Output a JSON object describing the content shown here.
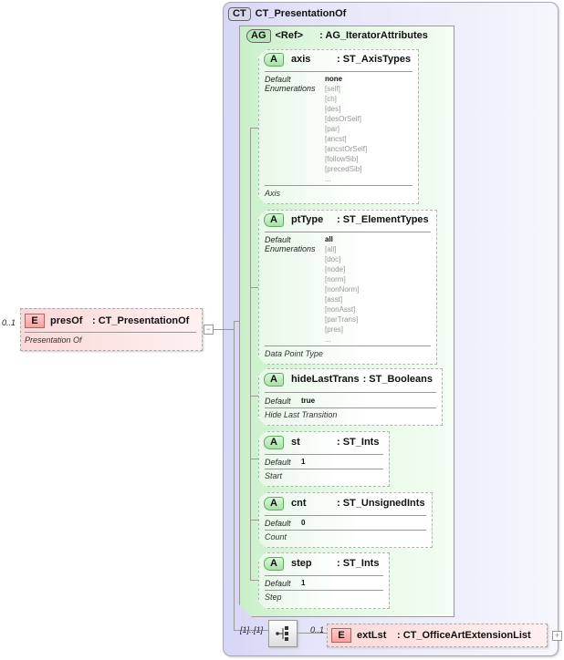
{
  "complex_type": {
    "badge": "CT",
    "name": "CT_PresentationOf"
  },
  "attribute_group": {
    "badge": "AG",
    "name": "<Ref>",
    "type": ": AG_IteratorAttributes"
  },
  "labels": {
    "default": "Default",
    "enumerations": "Enumerations"
  },
  "attributes": [
    {
      "badge": "A",
      "name": "axis",
      "type": ": ST_AxisTypes",
      "default": "none",
      "enumerations": [
        "[self]",
        "[ch]",
        "[des]",
        "[desOrSelf]",
        "[par]",
        "[ancst]",
        "[ancstOrSelf]",
        "[followSib]",
        "[precedSib]",
        "..."
      ],
      "description": "Axis"
    },
    {
      "badge": "A",
      "name": "ptType",
      "type": ": ST_ElementTypes",
      "default": "all",
      "enumerations": [
        "[all]",
        "[doc]",
        "[node]",
        "[norm]",
        "[nonNorm]",
        "[asst]",
        "[nonAsst]",
        "[parTrans]",
        "[pres]",
        "..."
      ],
      "description": "Data Point Type"
    },
    {
      "badge": "A",
      "name": "hideLastTrans",
      "type": ": ST_Booleans",
      "default": "true",
      "description": "Hide Last Transition"
    },
    {
      "badge": "A",
      "name": "st",
      "type": ": ST_Ints",
      "default": "1",
      "description": "Start"
    },
    {
      "badge": "A",
      "name": "cnt",
      "type": ": ST_UnsignedInts",
      "default": "0",
      "description": "Count"
    },
    {
      "badge": "A",
      "name": "step",
      "type": ": ST_Ints",
      "default": "1",
      "description": "Step"
    }
  ],
  "root_element": {
    "badge": "E",
    "name": "presOf",
    "type": ": CT_PresentationOf",
    "description": "Presentation Of",
    "occurrence": "0..1",
    "toggle": "−"
  },
  "sequence": {
    "occurrence": "[1]..[1]"
  },
  "ext_element": {
    "badge": "E",
    "name": "extLst",
    "type": ": CT_OfficeArtExtensionList",
    "occurrence": "0..1",
    "toggle": "+"
  }
}
